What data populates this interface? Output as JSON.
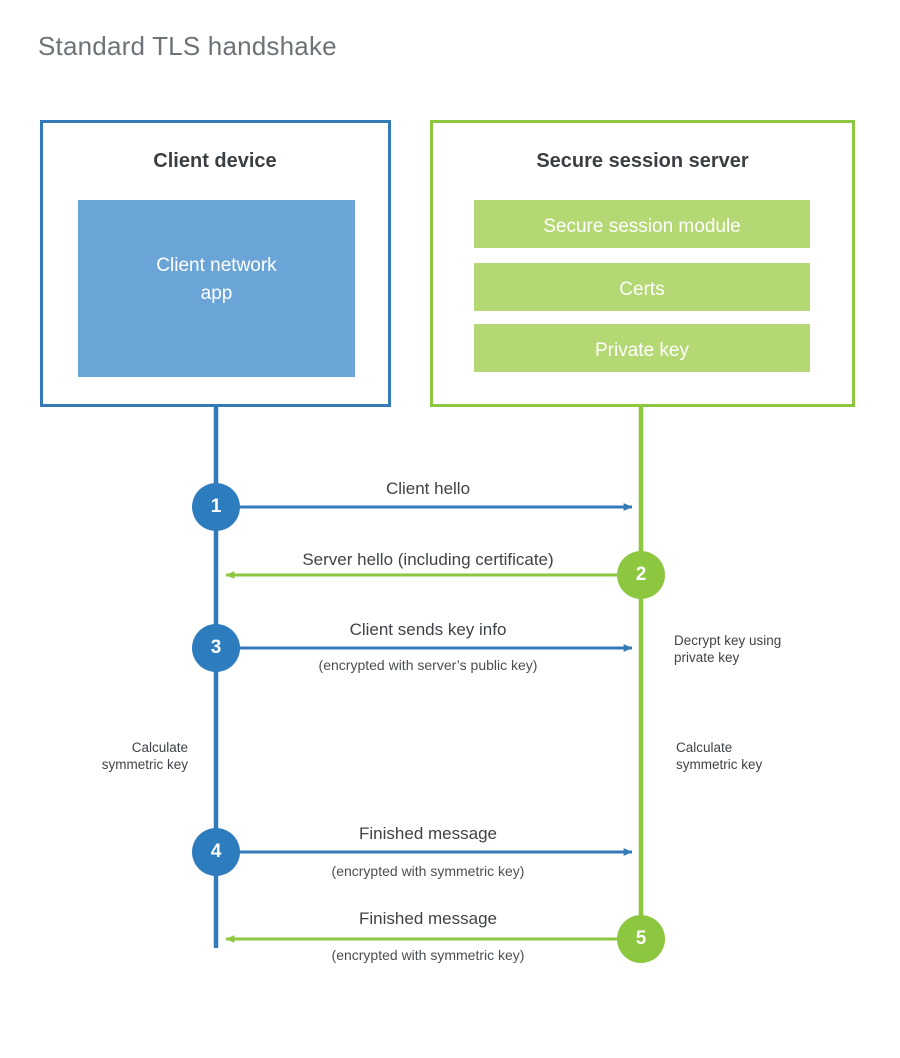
{
  "title": "Standard TLS handshake",
  "colors": {
    "client_blue": "#3479b8",
    "client_app_fill": "#6ba5d7",
    "server_green": "#8dc63f",
    "server_row_fill": "#b4d873",
    "text_dark": "#3f4347",
    "title_gray": "#6d7377",
    "background": "#ffffff"
  },
  "client_panel": {
    "title": "Client device",
    "app_box_label": "Client network\napp"
  },
  "server_panel": {
    "title": "Secure session server",
    "rows": [
      {
        "label": "Secure session module"
      },
      {
        "label": "Certs"
      },
      {
        "label": "Private key"
      }
    ]
  },
  "steps": [
    {
      "number": "1",
      "side": "client",
      "direction": "client-to-server",
      "main_label": "Client hello",
      "sub_label": ""
    },
    {
      "number": "2",
      "side": "server",
      "direction": "server-to-client",
      "main_label": "Server hello (including certificate)",
      "sub_label": ""
    },
    {
      "number": "3",
      "side": "client",
      "direction": "client-to-server",
      "main_label": "Client sends key info",
      "sub_label": "(encrypted with server’s public key)"
    },
    {
      "number": "4",
      "side": "client",
      "direction": "client-to-server",
      "main_label": "Finished message",
      "sub_label": "(encrypted with symmetric key)"
    },
    {
      "number": "5",
      "side": "server",
      "direction": "server-to-client",
      "main_label": "Finished message",
      "sub_label": "(encrypted with symmetric key)"
    }
  ],
  "notes": [
    {
      "id": "decrypt-key-note",
      "text": "Decrypt key using\nprivate key",
      "side": "server"
    },
    {
      "id": "client-calc-note",
      "text": "Calculate\nsymmetric key",
      "side": "client"
    },
    {
      "id": "server-calc-note",
      "text": "Calculate\nsymmetric key",
      "side": "server"
    }
  ]
}
